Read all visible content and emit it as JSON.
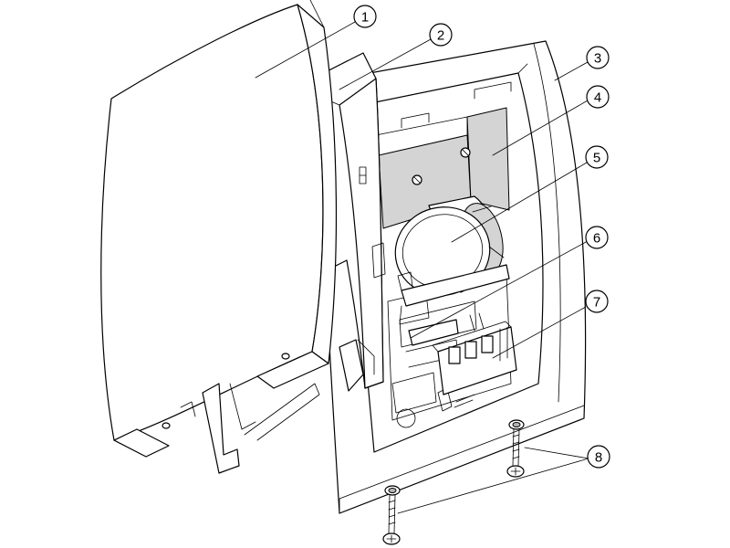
{
  "callouts": [
    {
      "number": "1",
      "target": "front-cover"
    },
    {
      "number": "2",
      "target": "inner-panel"
    },
    {
      "number": "3",
      "target": "base-housing"
    },
    {
      "number": "4",
      "target": "insulation-block"
    },
    {
      "number": "5",
      "target": "heating-cylinder"
    },
    {
      "number": "6",
      "target": "bracket"
    },
    {
      "number": "7",
      "target": "terminal-block"
    },
    {
      "number": "8",
      "target": "mounting-screws"
    }
  ]
}
